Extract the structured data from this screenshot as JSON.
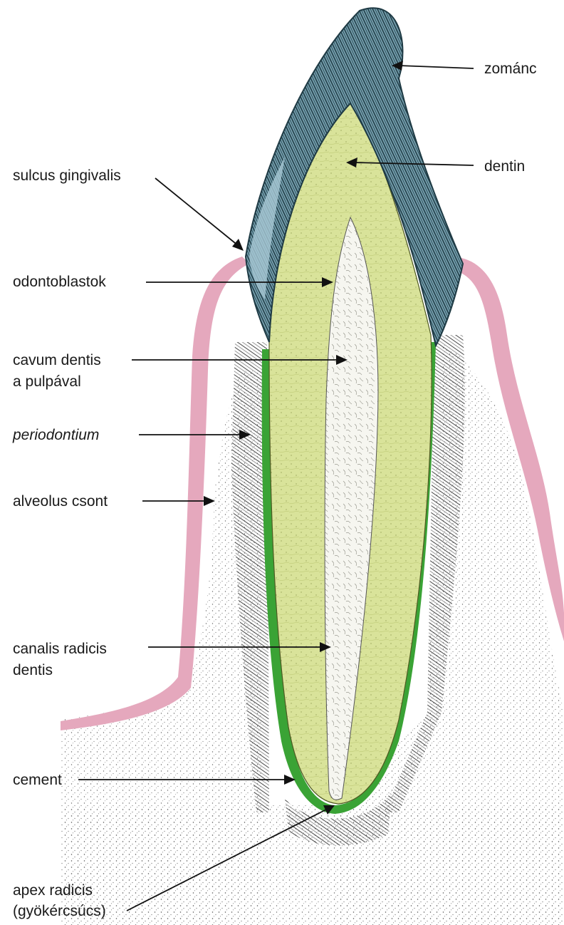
{
  "colors": {
    "enamel": "#6d98a8",
    "enamel_dark": "#27424c",
    "dentin": "#d9e39a",
    "pulp": "#f5f5ef",
    "cementum": "#3aa335",
    "gingiva": "#e5a8bd",
    "bone_stipple": "#555555"
  },
  "labels": {
    "zomanc": "zománc",
    "dentin": "dentin",
    "sulcus": "sulcus gingivalis",
    "odontoblastok": "odontoblastok",
    "cavum_line1": "cavum dentis",
    "cavum_line2": "a pulpával",
    "periodontium": "periodontium",
    "alveolus": "alveolus csont",
    "canalis_line1": "canalis radicis",
    "canalis_line2": "dentis",
    "cement": "cement",
    "apex_line1": "apex radicis",
    "apex_line2": "(gyökércsúcs)"
  }
}
